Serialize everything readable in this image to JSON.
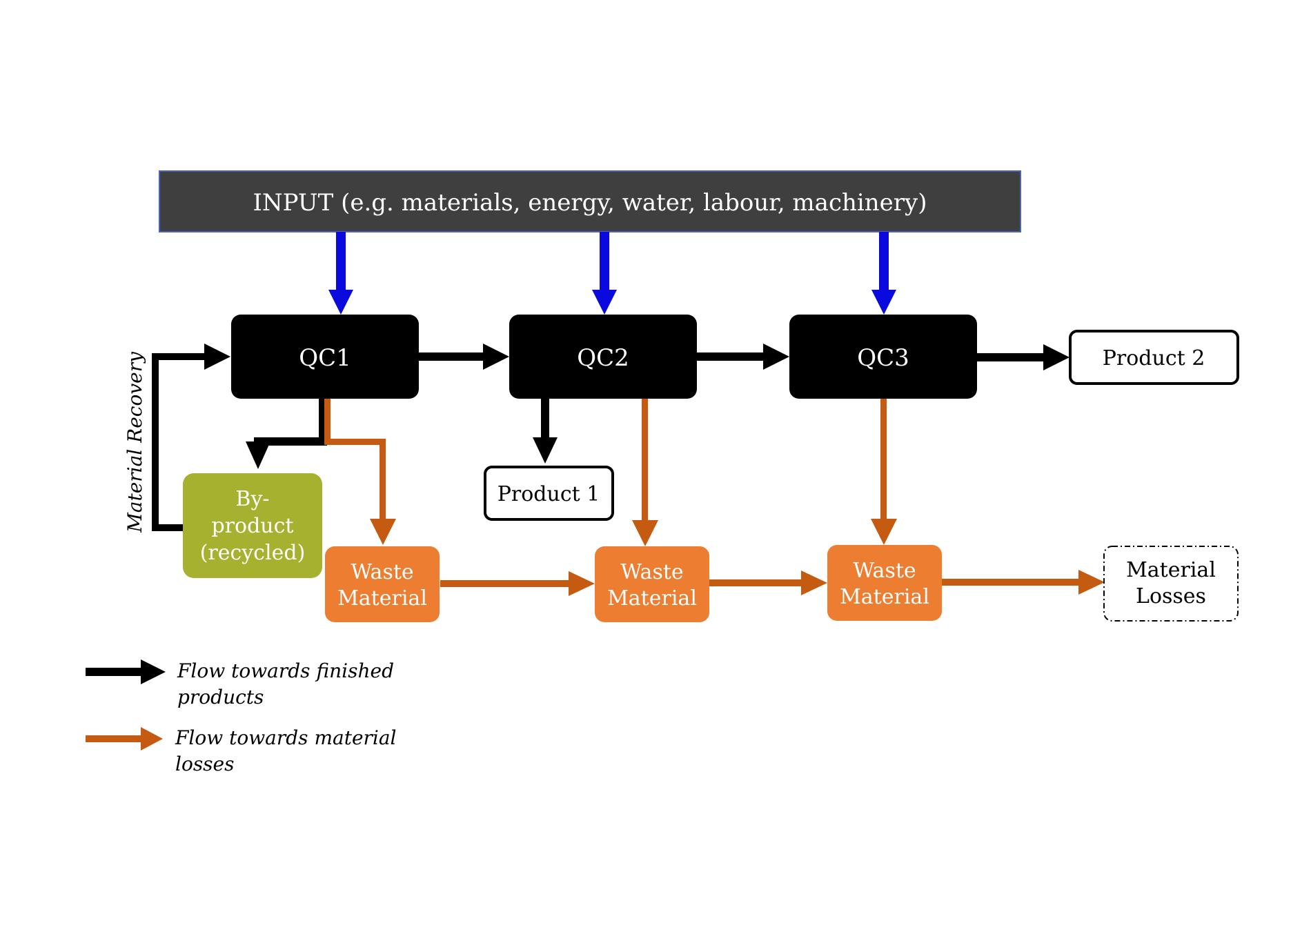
{
  "colors": {
    "input_box": "#3f3f3f",
    "input_box_border": "#4a63b8",
    "process_box": "#000000",
    "input_arrow": "#0a0adf",
    "product_flow": "#000000",
    "loss_flow": "#c55a11",
    "byproduct_box": "#a5b12f",
    "waste_box": "#ed7d31",
    "text_light": "#ffffff",
    "text_dark": "#000000"
  },
  "input": {
    "label": "INPUT (e.g. materials, energy, water, labour, machinery)"
  },
  "processes": {
    "qc1": "QC1",
    "qc2": "QC2",
    "qc3": "QC3"
  },
  "products": {
    "product1": "Product 1",
    "product2": "Product 2"
  },
  "byproduct": {
    "line1": "By-",
    "line2": "product",
    "line3": "(recycled)"
  },
  "waste": {
    "line1": "Waste",
    "line2": "Material"
  },
  "losses": {
    "line1": "Material",
    "line2": "Losses"
  },
  "recovery_label": "Material Recovery",
  "legend": {
    "finished": {
      "line1": "Flow towards finished",
      "line2": "products"
    },
    "losses": {
      "line1": "Flow towards material",
      "line2": "losses"
    }
  }
}
